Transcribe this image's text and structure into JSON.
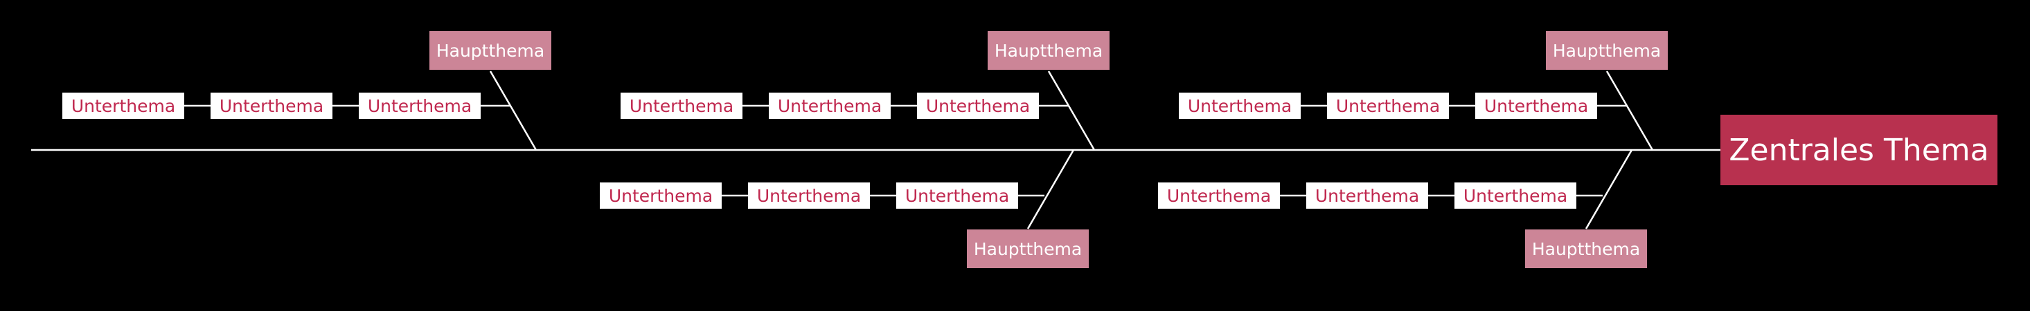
{
  "central_topic": {
    "label": "Zentrales Thema"
  },
  "branches": [
    {
      "main_label": "Hauptthema",
      "subtopics": [
        "Unterthema",
        "Unterthema",
        "Unterthema"
      ]
    },
    {
      "main_label": "Hauptthema",
      "subtopics": [
        "Unterthema",
        "Unterthema",
        "Unterthema"
      ]
    },
    {
      "main_label": "Hauptthema",
      "subtopics": [
        "Unterthema",
        "Unterthema",
        "Unterthema"
      ]
    },
    {
      "main_label": "Hauptthema",
      "subtopics": [
        "Unterthema",
        "Unterthema",
        "Unterthema"
      ]
    },
    {
      "main_label": "Hauptthema",
      "subtopics": [
        "Unterthema",
        "Unterthema",
        "Unterthema"
      ]
    }
  ],
  "colors": {
    "background": "#000000",
    "lines": "#ffffff",
    "central_fill": "#b8314f",
    "central_text": "#ffffff",
    "main_fill": "#cc8597",
    "main_text": "#ffffff",
    "sub_fill": "#ffffff",
    "sub_text": "#c0284f"
  }
}
